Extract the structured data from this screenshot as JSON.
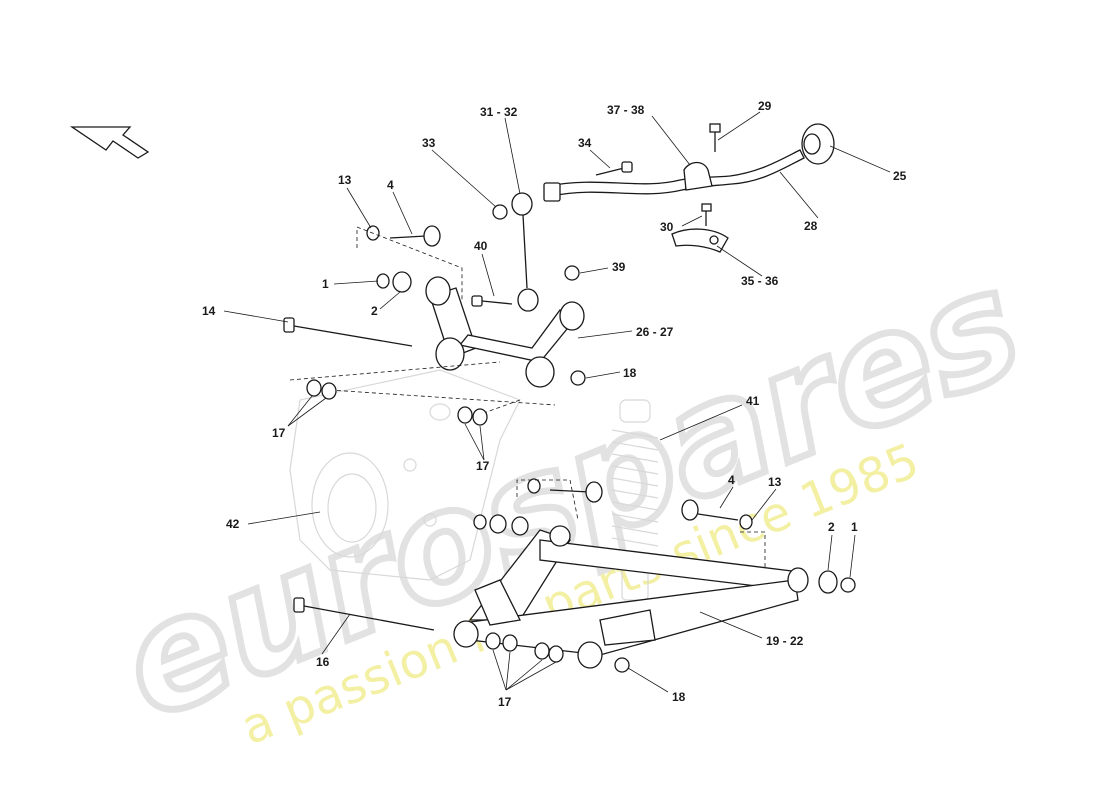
{
  "watermark": {
    "brand": "eurospares",
    "tagline": "a passion for parts since 1985"
  },
  "callouts": [
    {
      "id": "c-31-32",
      "text": "31 - 32"
    },
    {
      "id": "c-37-38",
      "text": "37 - 38"
    },
    {
      "id": "c-29",
      "text": "29"
    },
    {
      "id": "c-33",
      "text": "33"
    },
    {
      "id": "c-34",
      "text": "34"
    },
    {
      "id": "c-25",
      "text": "25"
    },
    {
      "id": "c-13a",
      "text": "13"
    },
    {
      "id": "c-4a",
      "text": "4"
    },
    {
      "id": "c-28",
      "text": "28"
    },
    {
      "id": "c-30",
      "text": "30"
    },
    {
      "id": "c-40",
      "text": "40"
    },
    {
      "id": "c-39",
      "text": "39"
    },
    {
      "id": "c-1a",
      "text": "1"
    },
    {
      "id": "c-35-36",
      "text": "35 - 36"
    },
    {
      "id": "c-14",
      "text": "14"
    },
    {
      "id": "c-2a",
      "text": "2"
    },
    {
      "id": "c-26-27",
      "text": "26 - 27"
    },
    {
      "id": "c-18a",
      "text": "18"
    },
    {
      "id": "c-41",
      "text": "41"
    },
    {
      "id": "c-17a",
      "text": "17"
    },
    {
      "id": "c-17b",
      "text": "17"
    },
    {
      "id": "c-4b",
      "text": "4"
    },
    {
      "id": "c-13b",
      "text": "13"
    },
    {
      "id": "c-42",
      "text": "42"
    },
    {
      "id": "c-2b",
      "text": "2"
    },
    {
      "id": "c-1b",
      "text": "1"
    },
    {
      "id": "c-19-22",
      "text": "19 - 22"
    },
    {
      "id": "c-16",
      "text": "16"
    },
    {
      "id": "c-17c",
      "text": "17"
    },
    {
      "id": "c-18b",
      "text": "18"
    }
  ]
}
